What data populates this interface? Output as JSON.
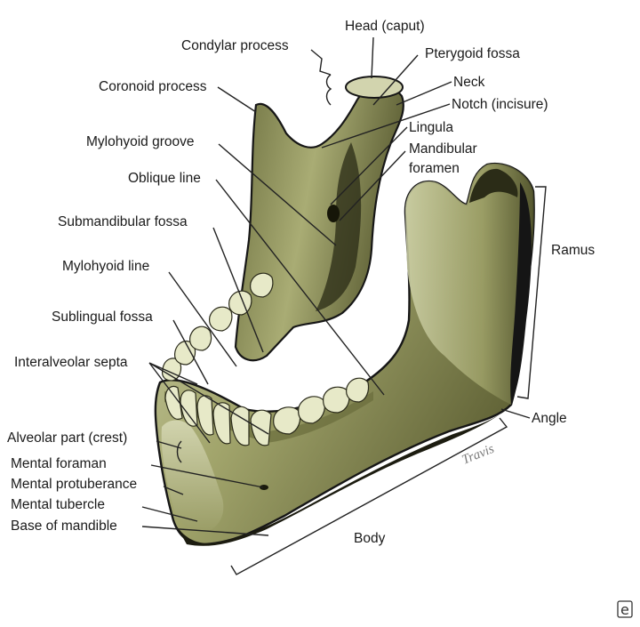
{
  "labels": {
    "head": "Head (caput)",
    "condylar_process": "Condylar process",
    "pterygoid_fossa": "Pterygoid fossa",
    "neck": "Neck",
    "notch": "Notch (incisure)",
    "coronoid_process": "Coronoid process",
    "lingula": "Lingula",
    "mandibular_foramen_1": "Mandibular",
    "mandibular_foramen_2": "foramen",
    "mylohyoid_groove": "Mylohyoid groove",
    "oblique_line": "Oblique line",
    "submandibular_fossa": "Submandibular fossa",
    "ramus": "Ramus",
    "mylohyoid_line": "Mylohyoid line",
    "sublingual_fossa": "Sublingual fossa",
    "interalveolar_septa": "Interalveolar septa",
    "angle": "Angle",
    "alveolar_part": "Alveolar part (crest)",
    "mental_foramen": "Mental foraman",
    "mental_protuberance": "Mental protuberance",
    "mental_tubercle": "Mental tubercle",
    "base_of_mandible": "Base of mandible",
    "body": "Body"
  },
  "signature": "Travis",
  "corner_logo": "e",
  "colors": {
    "bone_light": "#c8cba0",
    "bone_mid": "#8f925a",
    "bone_dark": "#4a4c28",
    "outline": "#161616"
  }
}
